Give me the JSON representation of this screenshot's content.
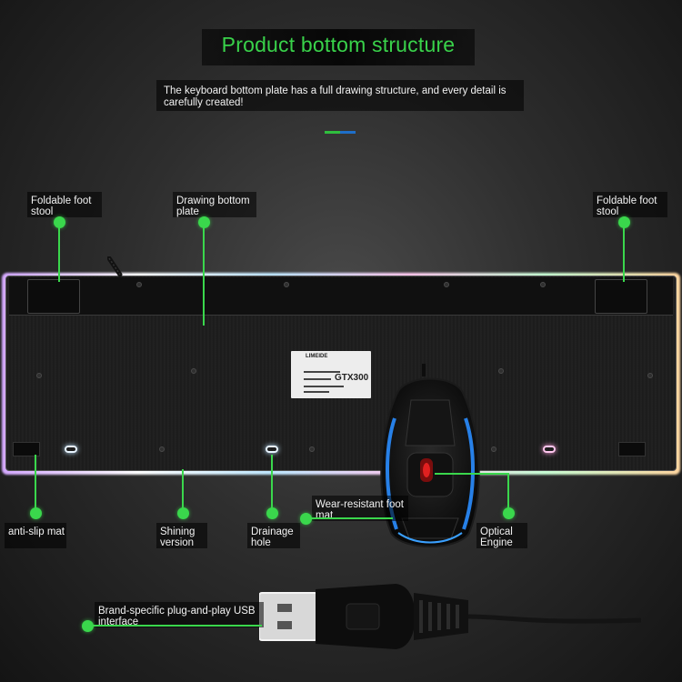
{
  "header": {
    "title": "Product bottom structure",
    "subtitle": "The keyboard bottom plate has a full drawing structure, and every detail is carefully created!"
  },
  "colors": {
    "accent_green": "#3ad74c",
    "accent_blue": "#1e6fc9",
    "background": "#2e2e2e"
  },
  "callouts": {
    "foldable_left": "Foldable foot stool",
    "drawing_plate": "Drawing bottom plate",
    "foldable_right": "Foldable foot stool",
    "anti_slip": "anti-slip mat",
    "shining": "Shining version",
    "drainage": "Drainage hole",
    "wear_resistant": "Wear-resistant foot mat",
    "optical": "Optical Engine",
    "usb": "Brand-specific plug-and-play USB interface"
  },
  "product_label": {
    "brand": "LIMEIDE",
    "model": "GTX300"
  },
  "icons": [
    "keyboard-image",
    "mouse-image",
    "usb-plug-image"
  ]
}
